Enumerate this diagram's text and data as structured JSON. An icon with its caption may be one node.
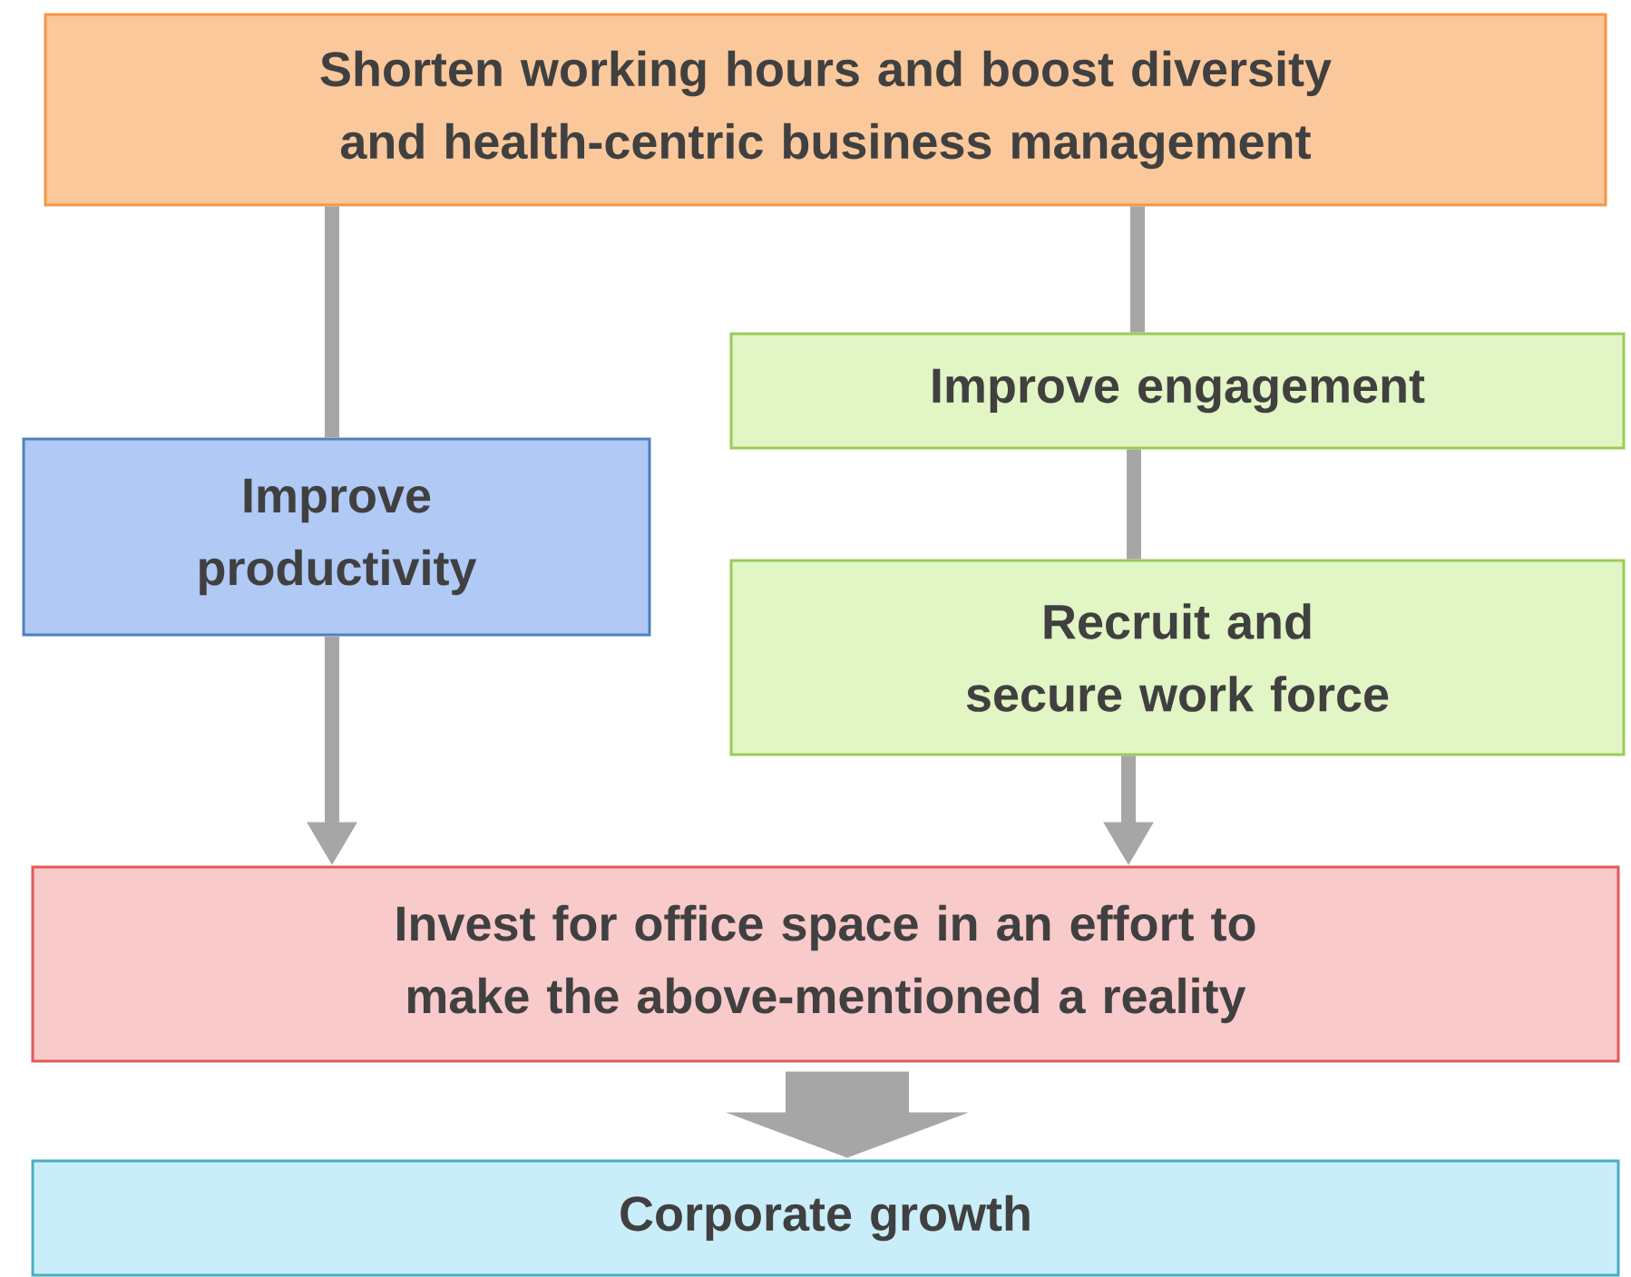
{
  "diagram": {
    "nodes": [
      {
        "text": [
          "Shorten working hours and boost diversity and health-centric business management"
        ]
      },
      {
        "text": [
          "Improve productivity"
        ]
      },
      {
        "text": [
          "Improve engagement"
        ]
      },
      {
        "text": [
          "Recruit and secure work force"
        ]
      },
      {
        "text": [
          "Invest for office space in an effort to make the above-mentioned a reality"
        ]
      },
      {
        "text": [
          "Corporate growth"
        ]
      }
    ],
    "edges": [
      {
        "from": 0,
        "to": 1,
        "arrow": "none"
      },
      {
        "from": 1,
        "to": 4,
        "arrow": "to"
      },
      {
        "from": 0,
        "to": 2,
        "arrow": "none"
      },
      {
        "from": 2,
        "to": 3,
        "arrow": "none"
      },
      {
        "from": 3,
        "to": 4,
        "arrow": "to"
      },
      {
        "from": 4,
        "to": 5,
        "arrow": "to",
        "style": "thick"
      }
    ]
  }
}
